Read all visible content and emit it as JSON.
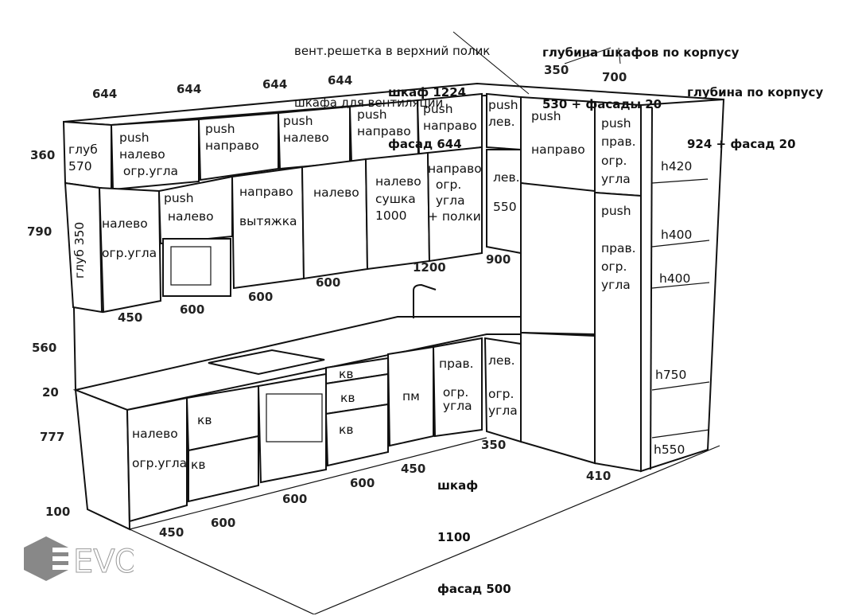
{
  "notes": {
    "vent": [
      "вент.решетка в верхний полик",
      "шкафа для вентиляции"
    ],
    "cabinet_depth": [
      "глубина шкафов по корпусу",
      "530 + фасады 20"
    ],
    "body_depth": [
      "глубина по корпусу",
      "924 + фасад 20"
    ],
    "wardrobe_top": [
      "шкаф 1224",
      "фасад 644"
    ]
  },
  "upper_row": {
    "depth_label": [
      "глуб",
      "570"
    ],
    "doors": [
      {
        "text": "push\nналево\n огр.угла"
      },
      {
        "text": "push\nнаправо"
      },
      {
        "text": "push\nналево"
      },
      {
        "text": "push\nнаправо"
      },
      {
        "text": "push\nнаправо"
      },
      {
        "text": "push\nлев."
      },
      {
        "text": "push\n\nнаправо"
      },
      {
        "text": "push\nправ.\nогр.\nугла"
      }
    ]
  },
  "middle_row": {
    "depth_label": "глуб 350",
    "doors": [
      {
        "text": "налево\n\nогр.угла"
      },
      {
        "text": "push\n налево"
      },
      {
        "text": "направо\n\nвытяжка"
      },
      {
        "text": "налево"
      },
      {
        "text": "налево\nсушка\n1000"
      },
      {
        "text": "направо\n  огр.\n  угла\n+ полки"
      },
      {
        "text": "лев.\n\n550"
      },
      {
        "text": "push\n\nправ.\nогр.\nугла"
      }
    ]
  },
  "lower_row": {
    "doors": [
      {
        "text": "налево\n\nогр.угла"
      },
      {
        "text": "кв"
      },
      {
        "text": "кв"
      },
      {
        "text": "кв"
      },
      {
        "text": "кв"
      },
      {
        "text": "кв"
      },
      {
        "text": "пм"
      },
      {
        "text": "прав.\n\n огр.\n угла"
      },
      {
        "text": "лев.\n\nогр.\nугла"
      }
    ],
    "corner_label": [
      "шкаф",
      "1100",
      "фасад 500"
    ]
  },
  "shelves": [
    "h420",
    "h400",
    "h400",
    "h750",
    "h550"
  ],
  "dimensions": {
    "left_heights": [
      "360",
      "790",
      "560",
      "20",
      "777",
      "100"
    ],
    "top_widths": [
      "644",
      "644",
      "644",
      "644",
      "350",
      "700"
    ],
    "middle_widths": [
      "450",
      "600",
      "600",
      "600",
      "1200",
      "900"
    ],
    "bottom_widths": [
      "450",
      "600",
      "600",
      "600",
      "450",
      "350",
      "410"
    ]
  },
  "logo": {
    "text": "EVO",
    "color": "#888888"
  }
}
